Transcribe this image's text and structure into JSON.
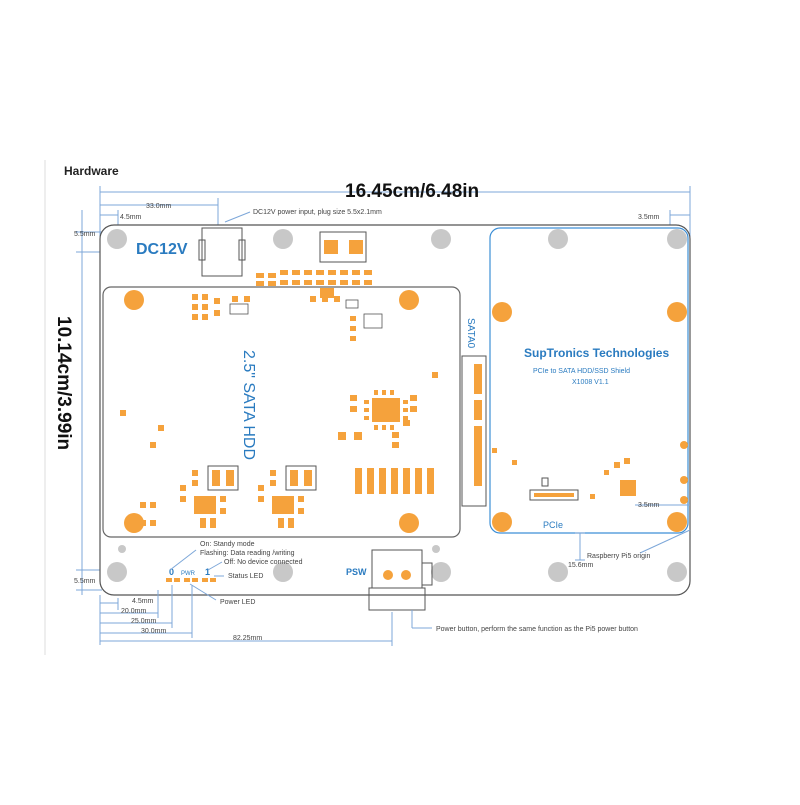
{
  "header": {
    "section_title": "Hardware"
  },
  "dimensions": {
    "width_title": "16.45cm/6.48in",
    "height_title": "10.14cm/3.99in",
    "d_33": "33.0mm",
    "d_4_5_top": "4.5mm",
    "d_5_5_top": "5.5mm",
    "d_3_5_top": "3.5mm",
    "d_3_5_right": "3.5mm",
    "d_15_6": "15.6mm",
    "d_5_5_bottom": "5.5mm",
    "d_4_5_bottom": "4.5mm",
    "d_20": "20.0mm",
    "d_25": "25.0mm",
    "d_30": "30.0mm",
    "d_82_25": "82.25mm"
  },
  "board": {
    "dc_label": "DC12V",
    "sata_drive_label": "2.5\" SATA HDD",
    "sata_connector_label": "SATA0",
    "brand": "SupTronics Technologies",
    "subtitle": "PCIe to SATA HDD/SSD Shield",
    "model": "X1008 V1.1",
    "pcie_label": "PCIe",
    "psw_label": "PSW",
    "led_0": "0",
    "led_pwr": "PWR",
    "led_1": "1"
  },
  "annotations": {
    "dc_input": "DC12V power input, plug size 5.5x2.1mm",
    "status_on": "On: Standy mode",
    "status_flash": "Flashing: Data reading /writing",
    "status_off": "Off: No device connected",
    "status_led": "Status LED",
    "power_led": "Power LED",
    "pi5_origin": "Raspberry Pi5 origin",
    "power_button": "Power button, perform the same function as the Pi5 power button"
  },
  "colors": {
    "board_outline": "#555555",
    "pad_orange": "#f5a23c",
    "hole_grey": "#c8c8c8",
    "dim_line": "#7da7d9",
    "brand_blue": "#2a7bc0",
    "pi_board_blue": "#3d8fd6"
  }
}
